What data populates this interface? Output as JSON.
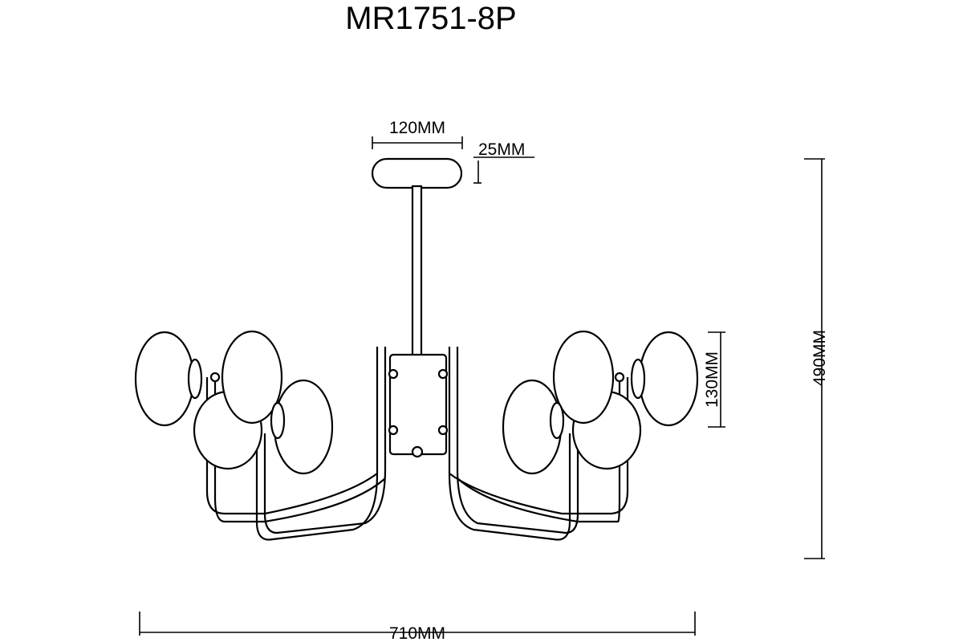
{
  "drawing": {
    "title": "MR1751-8P",
    "dimensions": {
      "canopy_width": "120MM",
      "canopy_height": "25MM",
      "shade_height": "130MM",
      "total_height": "490MM",
      "total_width": "710MM"
    }
  }
}
